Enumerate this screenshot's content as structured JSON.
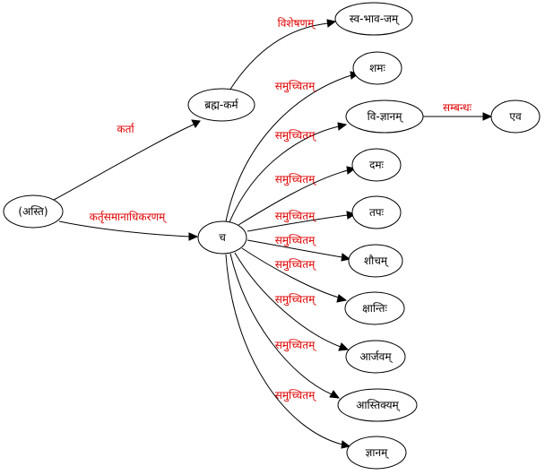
{
  "colors": {
    "edge_label": "#e00000",
    "node_border": "#000000",
    "background": "#ffffff"
  },
  "nodes": {
    "asti": "(अस्ति)",
    "brahma_karma": "ब्रह्म-कर्म",
    "ca": "च",
    "svabhavajam": "स्व-भाव-जम्",
    "shamah": "शमः",
    "vijnanam": "वि-ज्ञानम्",
    "eva": "एव",
    "damah": "दमः",
    "tapah": "तपः",
    "shaucam": "शौचम्",
    "kshantih": "क्षान्तिः",
    "arjavam": "आर्जवम्",
    "astikyam": "आस्तिक्यम्",
    "jnanam": "ज्ञानम्"
  },
  "edges": {
    "asti_brahma": "कर्ता",
    "asti_ca": "कर्तृसमानाधिकरणम्",
    "brahma_svabhava": "विशेषणम्",
    "vijnanam_eva": "सम्बन्धः",
    "samuccitam": "समुच्चितम्"
  }
}
